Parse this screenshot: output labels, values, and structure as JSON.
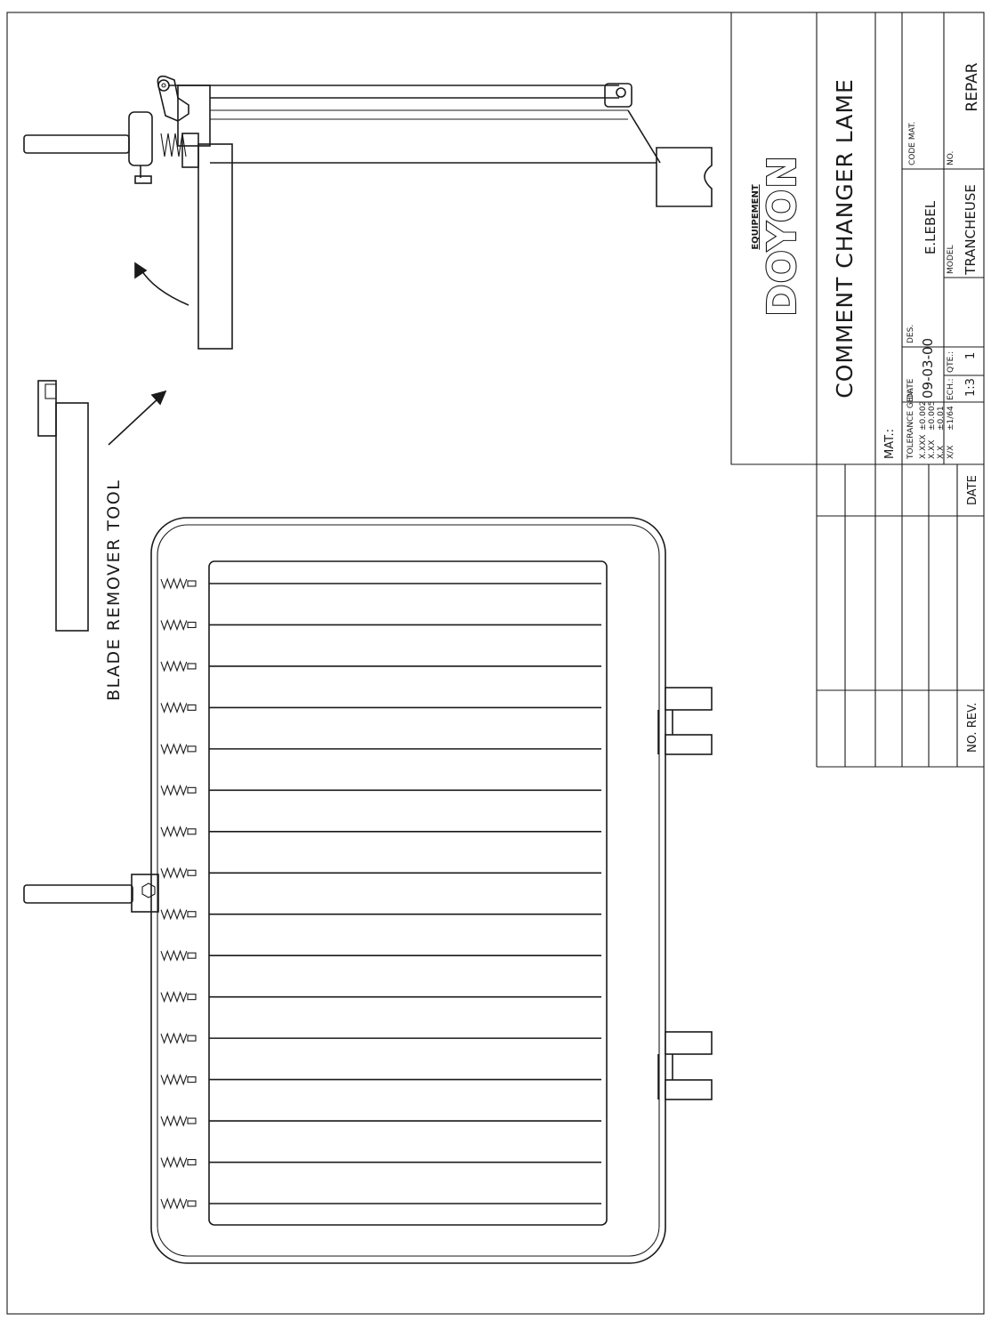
{
  "title_block": {
    "company_top": "EQUIPEMENT",
    "company_name": "DOYON",
    "drawing_title": "COMMENT CHANGER LAME",
    "mat_label": "MAT.:",
    "tolerance_header": "TOLERANCE GEN.",
    "tolerances": [
      {
        "format": "X.XXX",
        "value": "±0.002"
      },
      {
        "format": "X.XX",
        "value": "±0.005"
      },
      {
        "format": "X.X",
        "value": "±0.01"
      },
      {
        "format": "X/X",
        "value": "±1/64"
      }
    ],
    "date_label": "DATE",
    "date_value": "09-03-00",
    "des_label": "DES.",
    "des_value": "E.LEBEL",
    "code_mat_label": "CODE MAT.",
    "ech_label": "ECH.:",
    "ech_value": "1:3",
    "qte_label": "QTE.:",
    "qte_value": "1",
    "model_label": "MODEL",
    "model_value": "TRANCHEUSE",
    "no_label": "NO.",
    "no_value": "REPAR"
  },
  "revision_table": {
    "no_rev_label": "NO. REV.",
    "date_label": "DATE"
  },
  "annotations": {
    "tool_label": "BLADE REMOVER TOOL"
  },
  "blade_frame": {
    "blade_count": 16
  }
}
